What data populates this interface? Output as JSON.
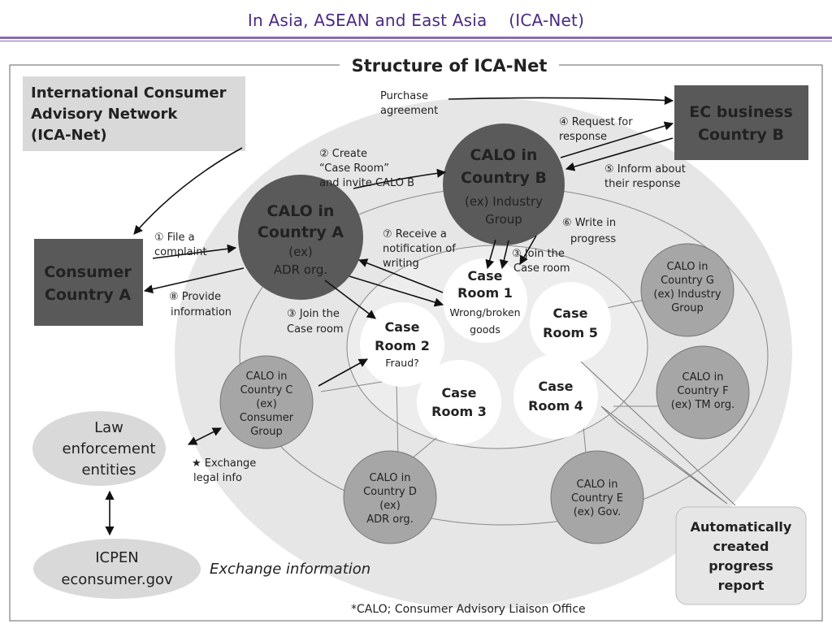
{
  "header": {
    "title": "In Asia, ASEAN and East Asia　 (ICA-Net)"
  },
  "frame": {
    "title": "Structure of ICA-Net"
  },
  "network_label": [
    "International Consumer",
    "Advisory Network",
    "(ICA-Net)"
  ],
  "ec_business": [
    "EC business",
    "Country B"
  ],
  "consumer": [
    "Consumer",
    "Country A"
  ],
  "calo_a": [
    "CALO in",
    "Country A",
    "(ex)",
    "ADR org."
  ],
  "calo_b": [
    "CALO in",
    "Country B",
    "(ex) Industry",
    "Group"
  ],
  "calo_c": [
    "CALO in",
    "Country C",
    "(ex)",
    "Consumer",
    "Group"
  ],
  "calo_d": [
    "CALO in",
    "Country D",
    "(ex)",
    "ADR org."
  ],
  "calo_e": [
    "CALO in",
    "Country E",
    "(ex) Gov."
  ],
  "calo_f": [
    "CALO in",
    "Country F",
    "(ex) TM org."
  ],
  "calo_g": [
    "CALO in",
    "Country G",
    "(ex) Industry",
    "Group"
  ],
  "case_rooms": {
    "room1": [
      "Case",
      "Room 1"
    ],
    "room1_note": [
      "Wrong/broken",
      "goods"
    ],
    "room2": [
      "Case",
      "Room 2"
    ],
    "room2_note": "Fraud?",
    "room3": [
      "Case",
      "Room 3"
    ],
    "room4": [
      "Case",
      "Room 4"
    ],
    "room5": [
      "Case",
      "Room 5"
    ]
  },
  "law": [
    "Law",
    "enforcement",
    "entities"
  ],
  "icpen": [
    "ICPEN",
    "econsumer.gov"
  ],
  "exchange_information": "Exchange information",
  "progress_report": [
    "Automatically",
    "created",
    "progress",
    "report"
  ],
  "footnote": "*CALO; Consumer Advisory Liaison Office",
  "steps": {
    "purchase": [
      "Purchase",
      "agreement"
    ],
    "s1": [
      "① File a",
      "complaint"
    ],
    "s2": [
      "② Create",
      "“Case Room”",
      "and invite CALO B"
    ],
    "s3a": [
      "③ Join the",
      "Case room"
    ],
    "s3b": [
      "③ Join the",
      "Case room"
    ],
    "s4": [
      "④ Request for",
      "response"
    ],
    "s5": [
      "⑤ Inform about",
      "their response"
    ],
    "s6": [
      "⑥ Write in",
      "progress"
    ],
    "s7": [
      "⑦ Receive a",
      "notification of",
      "writing"
    ],
    "s8": [
      "⑧ Provide",
      "information"
    ],
    "exchange_legal": [
      "★ Exchange",
      "legal info"
    ]
  },
  "colors": {
    "dark_box": "#595959",
    "calo_dark": "#5a5a5a",
    "calo_mid": "#a6a6a6",
    "outer_ellipse": "#e6e6e6",
    "inner_ellipse": "#ededed",
    "accent": "#4a2a82"
  }
}
